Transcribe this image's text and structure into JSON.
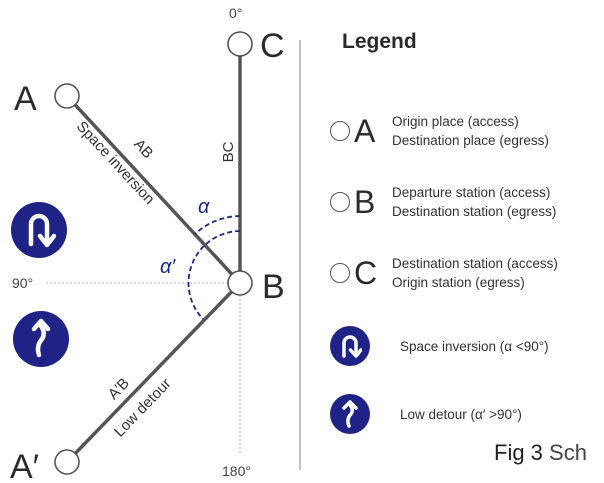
{
  "diagram": {
    "nodes": {
      "a": "A",
      "a_prime": "A′",
      "b": "B",
      "c": "C"
    },
    "segments": {
      "ab": "AB",
      "bc": "BC",
      "a_prime_b": "A′B"
    },
    "path_labels": {
      "space_inversion": "Space inversion",
      "low_detour": "Low detour"
    },
    "angles": {
      "alpha": "α",
      "alpha_prime": "α′"
    },
    "degrees": {
      "top": "0°",
      "left": "90°",
      "bottom": "180°"
    },
    "colors": {
      "line": "#555555",
      "angle": "#1a2a8c",
      "badge": "#1e2385"
    }
  },
  "legend": {
    "title": "Legend",
    "items": [
      {
        "letter": "A",
        "line1": "Origin place (access)",
        "line2": "Destination place (egress)"
      },
      {
        "letter": "B",
        "line1": "Departure station (access)",
        "line2": "Destination station (egress)"
      },
      {
        "letter": "C",
        "line1": "Destination station (access)",
        "line2": "Origin station (egress)"
      }
    ],
    "badges": [
      {
        "icon": "u-turn-arrow-icon",
        "text": "Space inversion (α <90°)"
      },
      {
        "icon": "winding-arrow-icon",
        "text": "Low detour (α′ >90°)"
      }
    ]
  },
  "caption": {
    "fig": "Fig 3",
    "text": "Sch"
  }
}
